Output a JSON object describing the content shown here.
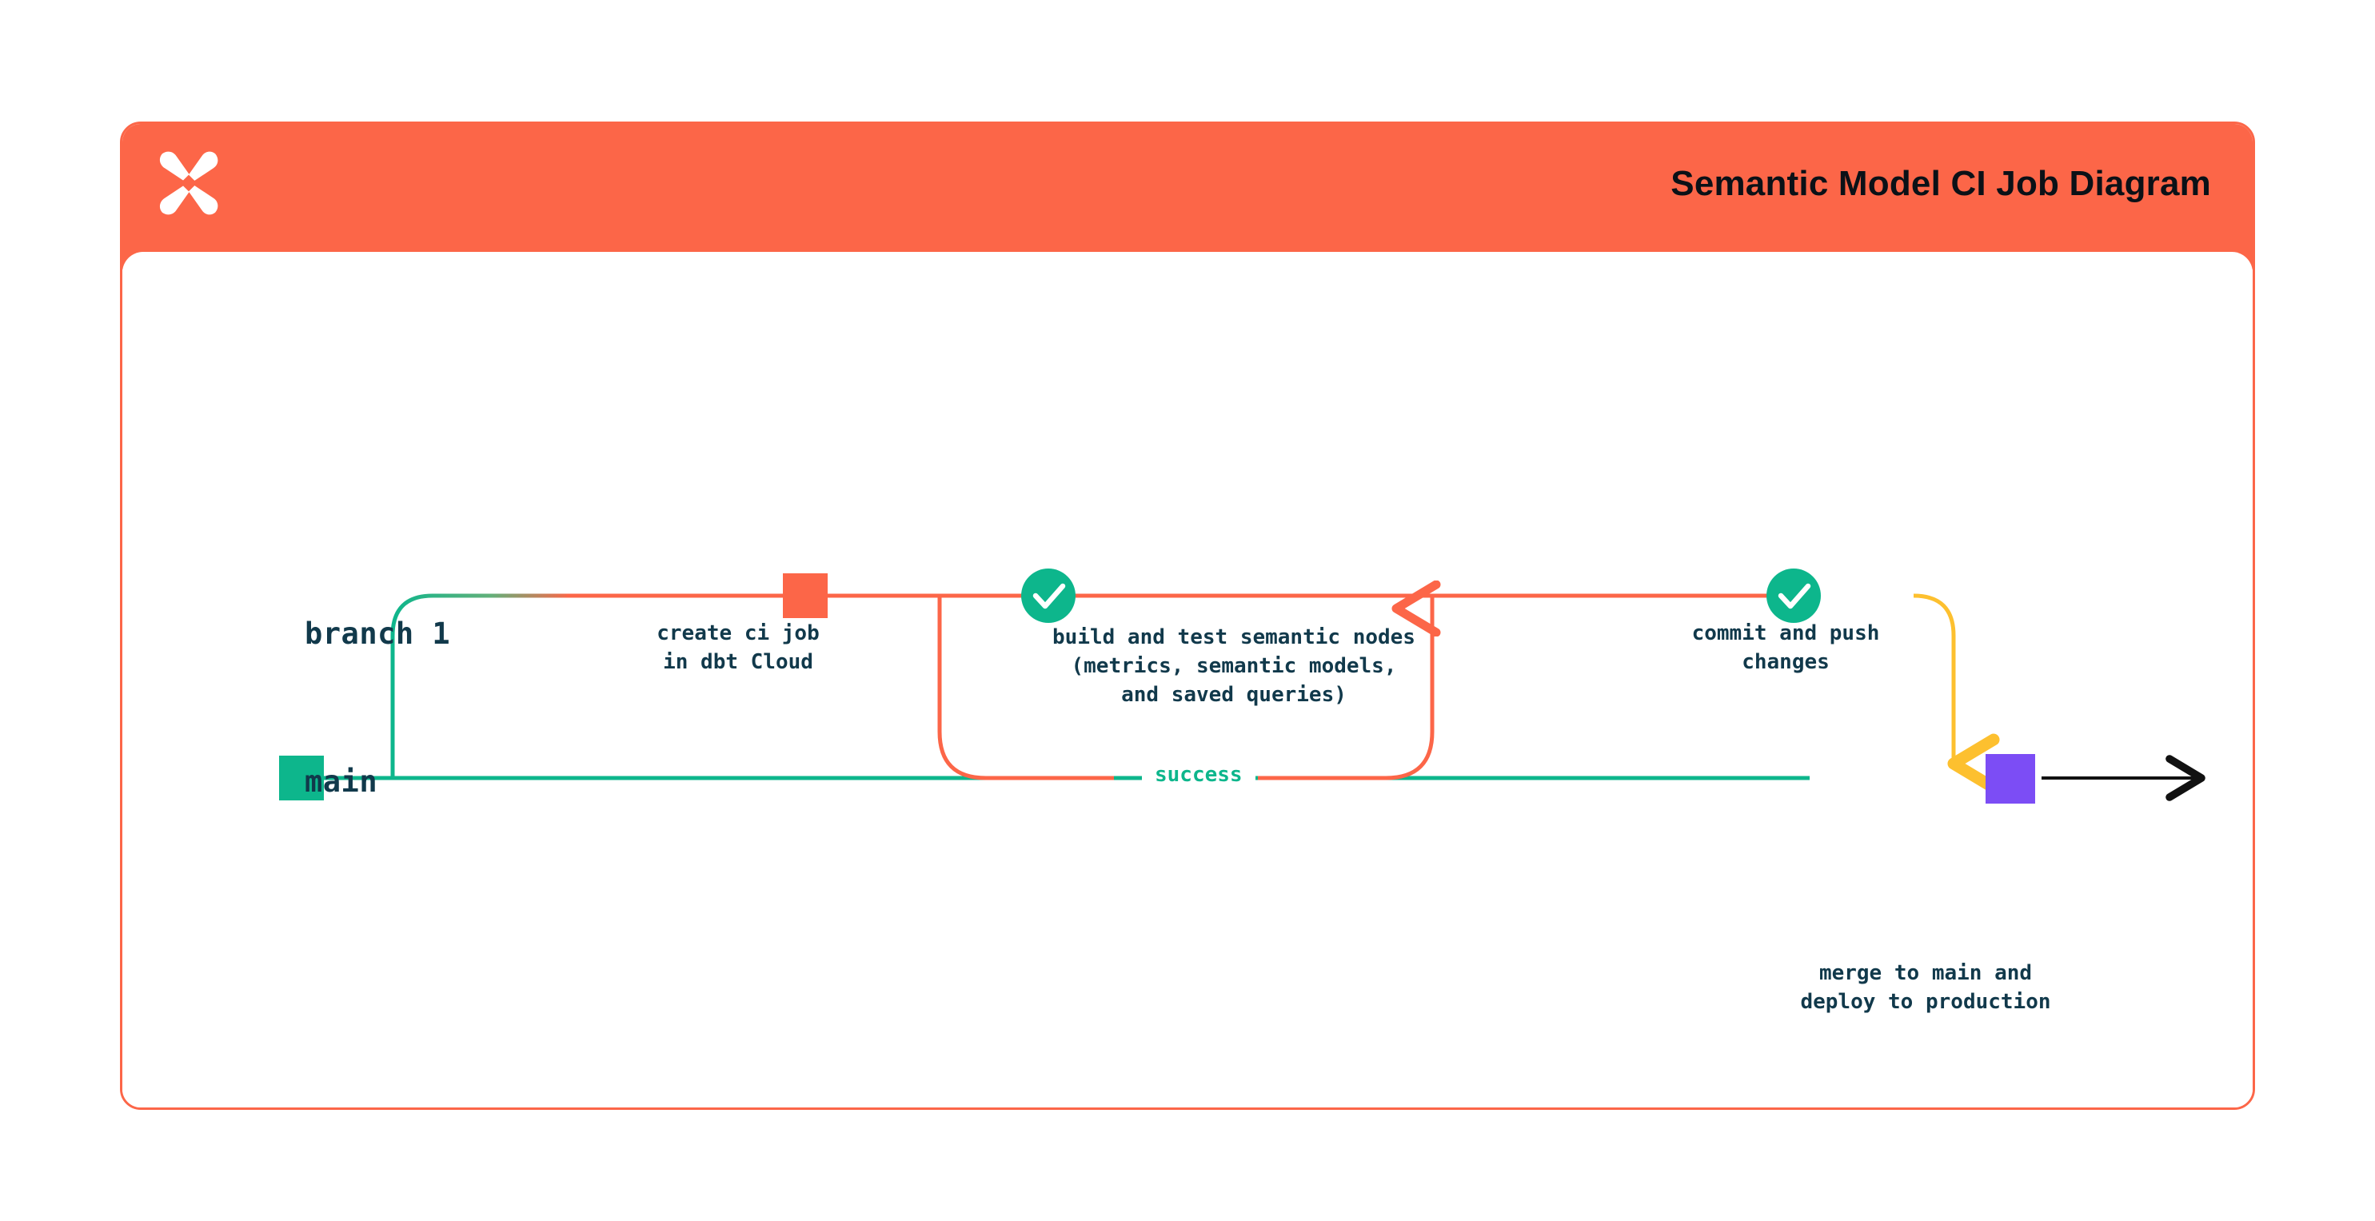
{
  "header": {
    "title": "Semantic Model CI Job Diagram",
    "logo_icon": "dbt-logo-icon",
    "bar_color": "#FC6648",
    "title_color": "#0B1117"
  },
  "card": {
    "border_color": "#FC6648",
    "background": "#ffffff"
  },
  "diagram": {
    "type": "git-branch-flow",
    "lanes": [
      {
        "id": "branch1",
        "label": "branch 1",
        "color": "#FC6648"
      },
      {
        "id": "main",
        "label": "main",
        "color": "#0DB68C"
      }
    ],
    "nodes": [
      {
        "id": "create-ci-job",
        "lane": "branch1",
        "marker": "square",
        "marker_color": "#FC6648",
        "label": "create ci job\nin dbt Cloud"
      },
      {
        "id": "build-and-test",
        "lane": "branch1",
        "marker": "check-circle",
        "marker_color": "#0DB68C",
        "label": "build and test semantic nodes\n(metrics, semantic models,\nand saved queries)"
      },
      {
        "id": "commit-and-push",
        "lane": "branch1",
        "marker": "check-circle",
        "marker_color": "#0DB68C",
        "label": "commit and push\nchanges"
      },
      {
        "id": "merge-to-main",
        "lane": "main",
        "marker": "square",
        "marker_color": "#7C4DF5",
        "label": "merge to main and\ndeploy to production"
      }
    ],
    "edges": [
      {
        "id": "retry-loop",
        "from": "build-and-test",
        "to": "build-and-test",
        "label": "success",
        "label_color": "#0DB68C",
        "line_color": "#FC6648"
      },
      {
        "id": "merge-edge",
        "from": "commit-and-push",
        "to": "merge-to-main",
        "label": "",
        "line_color": "#FDC02F"
      }
    ],
    "colors": {
      "orange": "#FC6648",
      "teal": "#0DB68C",
      "yellow": "#FDC02F",
      "purple": "#7C4DF5",
      "ink": "#11394B",
      "black": "#111111"
    }
  }
}
